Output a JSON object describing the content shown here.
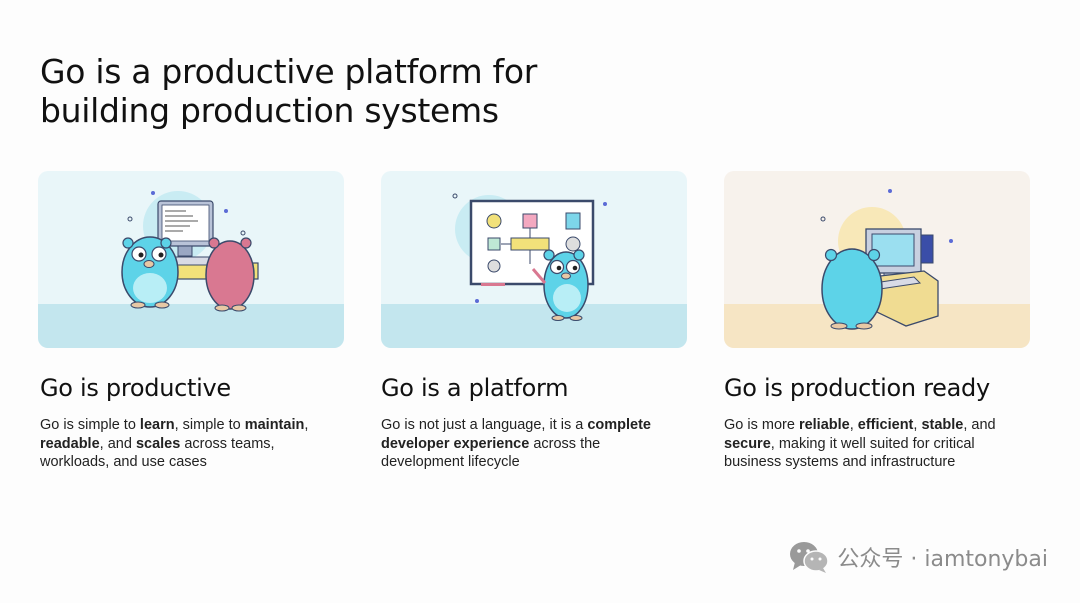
{
  "title": {
    "line1": "Go is a productive platform for",
    "line2": "building production systems"
  },
  "columns": [
    {
      "heading": "Go is productive",
      "body": [
        {
          "text": "Go is simple to ",
          "bold": false
        },
        {
          "text": "learn",
          "bold": true
        },
        {
          "text": ", simple to ",
          "bold": false
        },
        {
          "text": "maintain",
          "bold": true
        },
        {
          "text": ", ",
          "bold": false
        },
        {
          "text": "readable",
          "bold": true
        },
        {
          "text": ", and ",
          "bold": false
        },
        {
          "text": "scales",
          "bold": true
        },
        {
          "text": " across teams, workloads, and use cases",
          "bold": false
        }
      ]
    },
    {
      "heading": "Go is a platform",
      "body": [
        {
          "text": "Go is not just a language, it is a ",
          "bold": false
        },
        {
          "text": "complete developer experience",
          "bold": true
        },
        {
          "text": " across the development lifecycle",
          "bold": false
        }
      ]
    },
    {
      "heading": "Go is production ready",
      "body": [
        {
          "text": "Go is more ",
          "bold": false
        },
        {
          "text": "reliable",
          "bold": true
        },
        {
          "text": ", ",
          "bold": false
        },
        {
          "text": "efficient",
          "bold": true
        },
        {
          "text": ", ",
          "bold": false
        },
        {
          "text": "stable",
          "bold": true
        },
        {
          "text": ", and ",
          "bold": false
        },
        {
          "text": "secure",
          "bold": true
        },
        {
          "text": ", making it well suited for critical business systems and infrastructure",
          "bold": false
        }
      ]
    }
  ],
  "illustrations": [
    {
      "icon": "gophers-at-computer-illustration",
      "bg": "#e9f6f9",
      "floor": "#c3e6ee"
    },
    {
      "icon": "gopher-at-whiteboard-illustration",
      "bg": "#e9f6f9",
      "floor": "#c3e6ee"
    },
    {
      "icon": "gopher-at-desk-illustration",
      "bg": "#f7f2ec",
      "floor": "#f6e5c4"
    }
  ],
  "watermark": {
    "icon": "wechat-icon",
    "text": "公众号 · iamtonybai"
  },
  "colors": {
    "gopher_blue": "#5dd3e8",
    "gopher_pink": "#d97891",
    "outline": "#3b4a6b"
  }
}
